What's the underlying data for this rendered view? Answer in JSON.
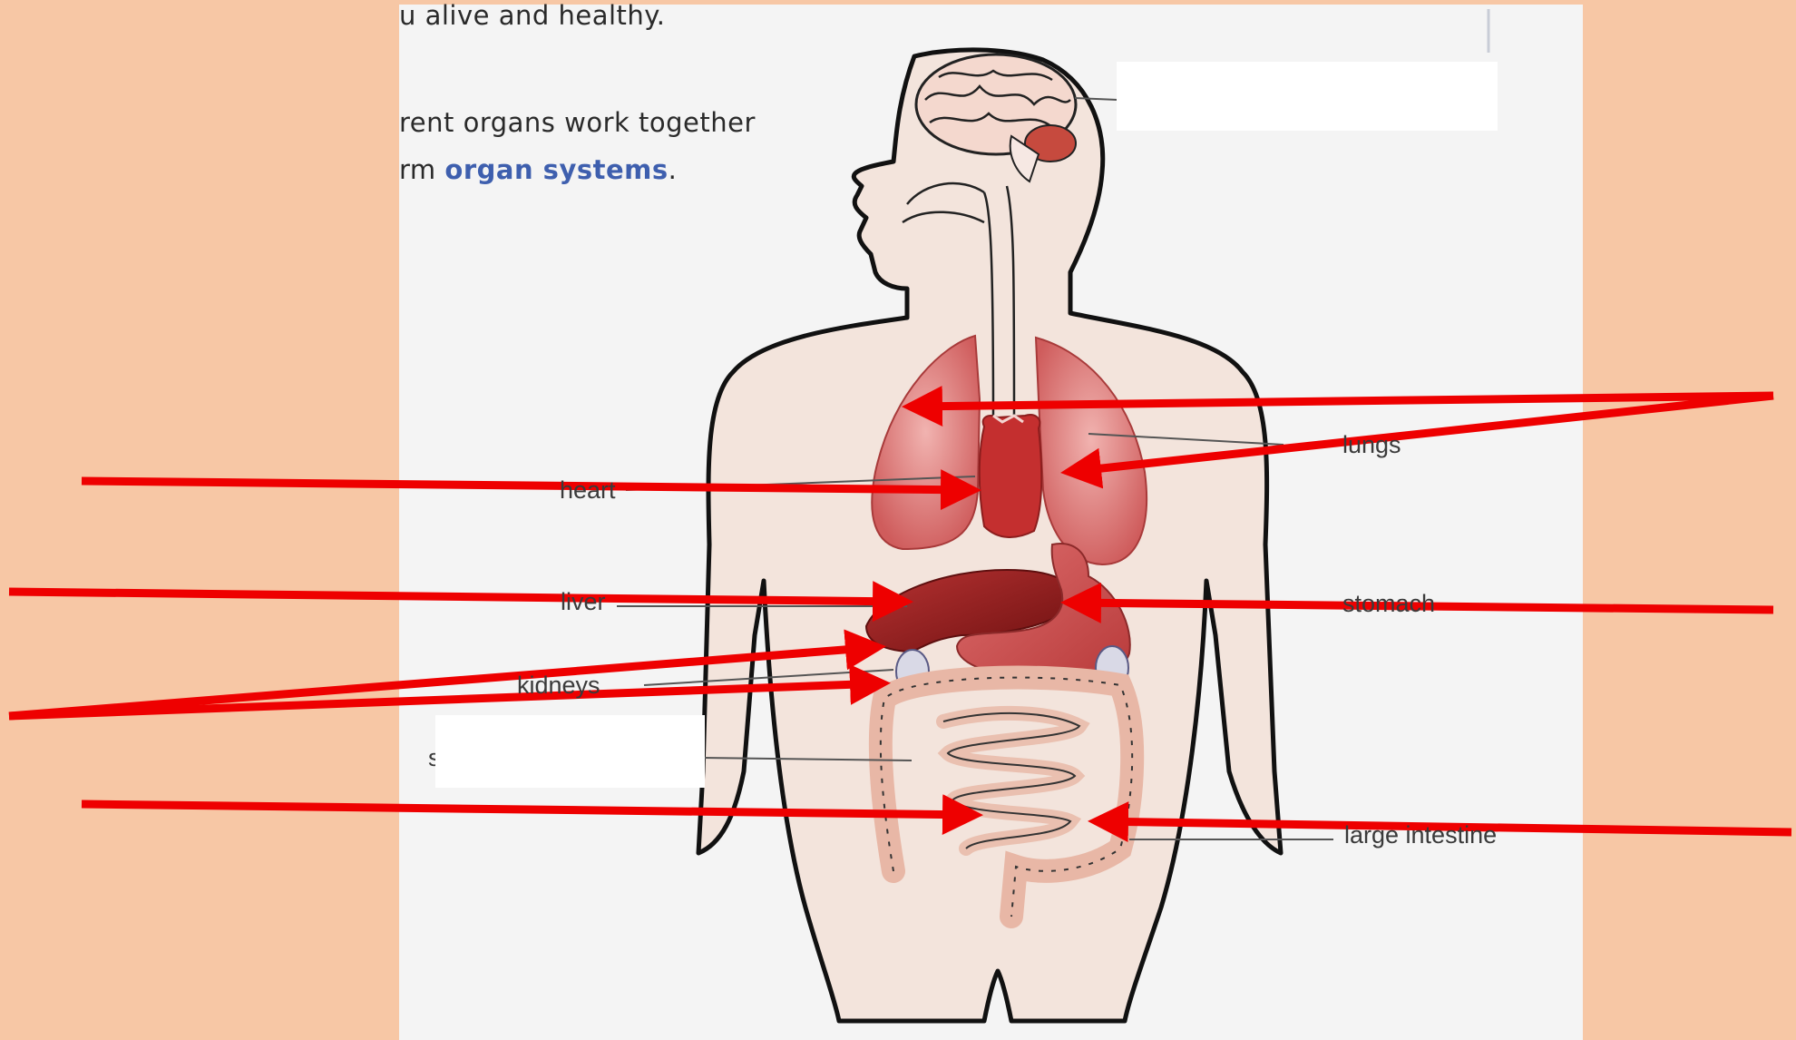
{
  "intro": {
    "line1": "u alive and healthy.",
    "line2": "rent organs work together",
    "line3_prefix": "rm ",
    "line3_highlight": "organ systems",
    "line3_suffix": "."
  },
  "labels": {
    "lungs": "lungs",
    "heart": "heart",
    "liver": "liver",
    "stomach": "stomach",
    "kidneys": "kidneys",
    "small_intestine_partial": "s",
    "large_intestine": "large intestine"
  },
  "colors": {
    "background": "#f7c7a5",
    "page": "#f4f4f4",
    "arrow": "#ee0000",
    "organ": "#c94545",
    "body_fill": "#f3e4dc",
    "highlight_text": "#3e5fae"
  }
}
